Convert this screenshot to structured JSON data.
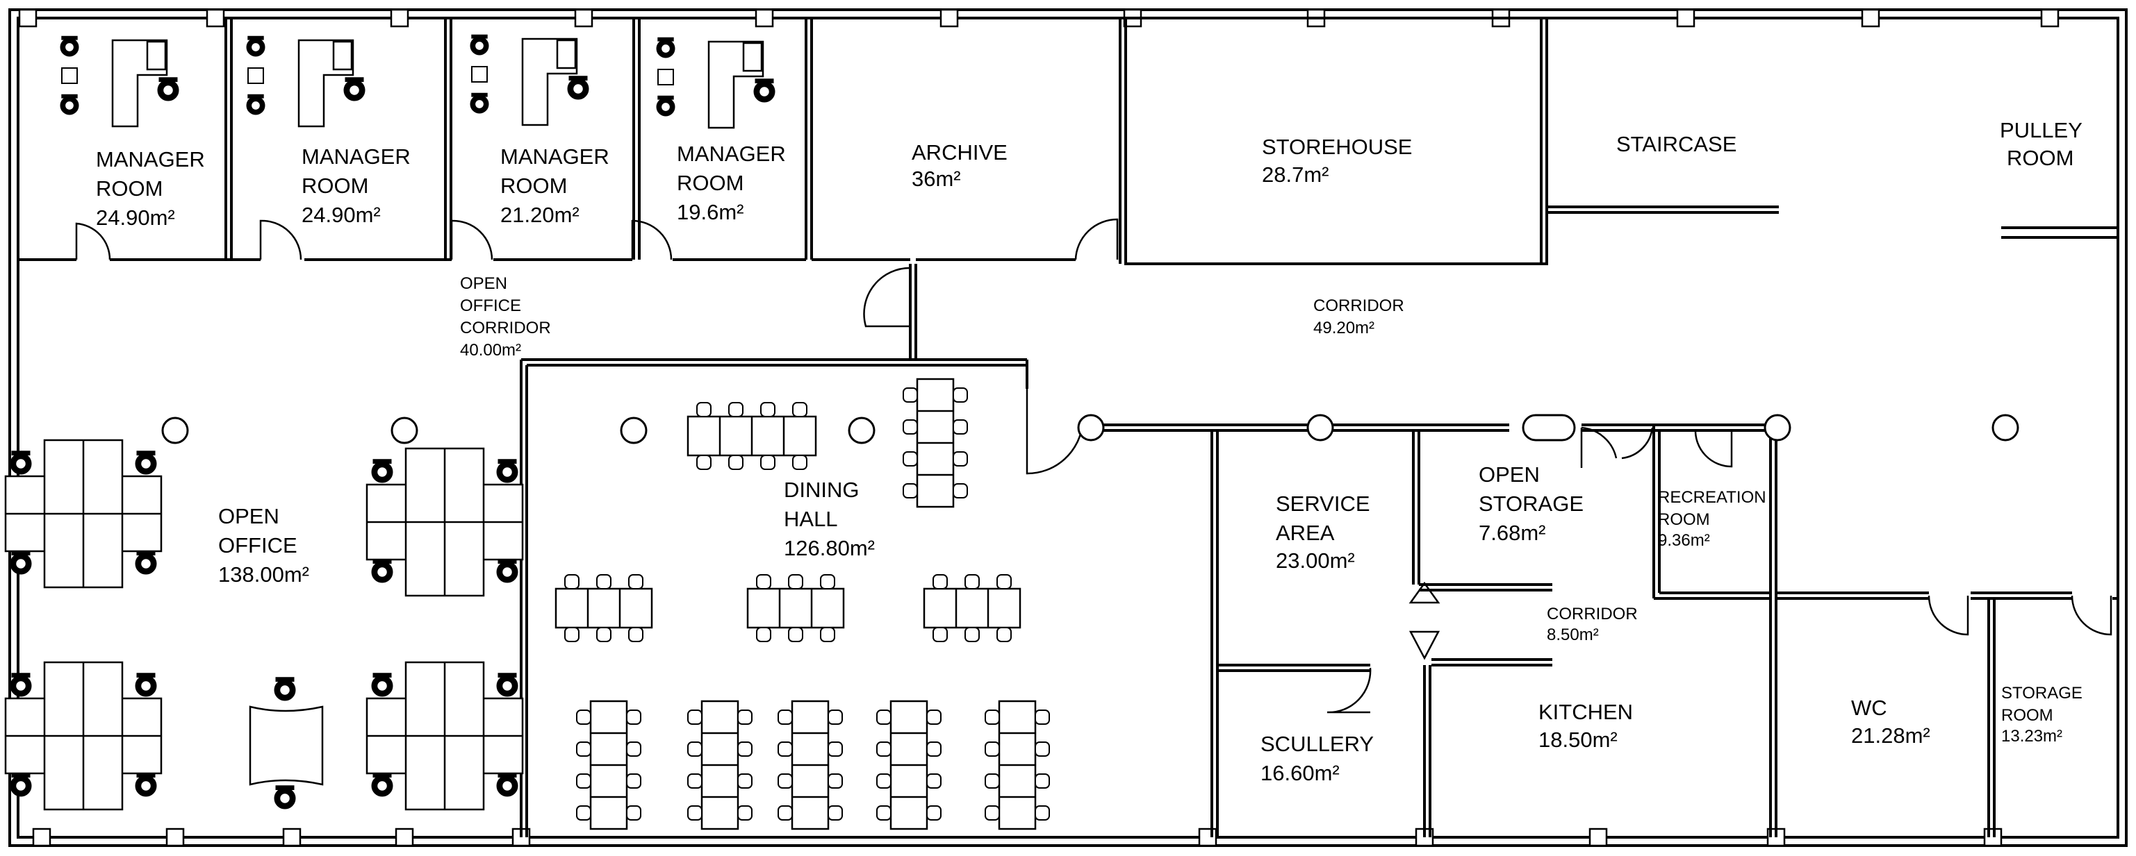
{
  "rooms": {
    "manager1": {
      "name1": "MANAGER",
      "name2": "ROOM",
      "area": "24.90m²"
    },
    "manager2": {
      "name1": "MANAGER",
      "name2": "ROOM",
      "area": "24.90m²"
    },
    "manager3": {
      "name1": "MANAGER",
      "name2": "ROOM",
      "area": "21.20m²"
    },
    "manager4": {
      "name1": "MANAGER",
      "name2": "ROOM",
      "area": "19.6m²"
    },
    "archive": {
      "name": "ARCHIVE",
      "area": "36m²"
    },
    "storehouse": {
      "name": "STOREHOUSE",
      "area": "28.7m²"
    },
    "staircase": {
      "name": "STAIRCASE"
    },
    "pulley": {
      "name1": "PULLEY",
      "name2": "ROOM"
    },
    "open_office_corridor": {
      "line1": "OPEN",
      "line2": "OFFICE",
      "line3": "CORRIDOR",
      "area": "40.00m²"
    },
    "corridor_main": {
      "name": "CORRIDOR",
      "area": "49.20m²"
    },
    "open_office": {
      "name1": "OPEN",
      "name2": "OFFICE",
      "area": "138.00m²"
    },
    "dining_hall": {
      "name1": "DINING",
      "name2": "HALL",
      "area": "126.80m²"
    },
    "service_area": {
      "name1": "SERVICE",
      "name2": "AREA",
      "area": "23.00m²"
    },
    "open_storage": {
      "name1": "OPEN",
      "name2": "STORAGE",
      "area": "7.68m²"
    },
    "recreation": {
      "name1": "RECREATION",
      "name2": "ROOM",
      "area": "9.36m²"
    },
    "corridor_small": {
      "name": "CORRIDOR",
      "area": "8.50m²"
    },
    "scullery": {
      "name": "SCULLERY",
      "area": "16.60m²"
    },
    "kitchen": {
      "name": "KITCHEN",
      "area": "18.50m²"
    },
    "wc": {
      "name": "WC",
      "area": "21.28m²"
    },
    "storage_room": {
      "name1": "STORAGE",
      "name2": "ROOM",
      "area": "13.23m²"
    }
  }
}
